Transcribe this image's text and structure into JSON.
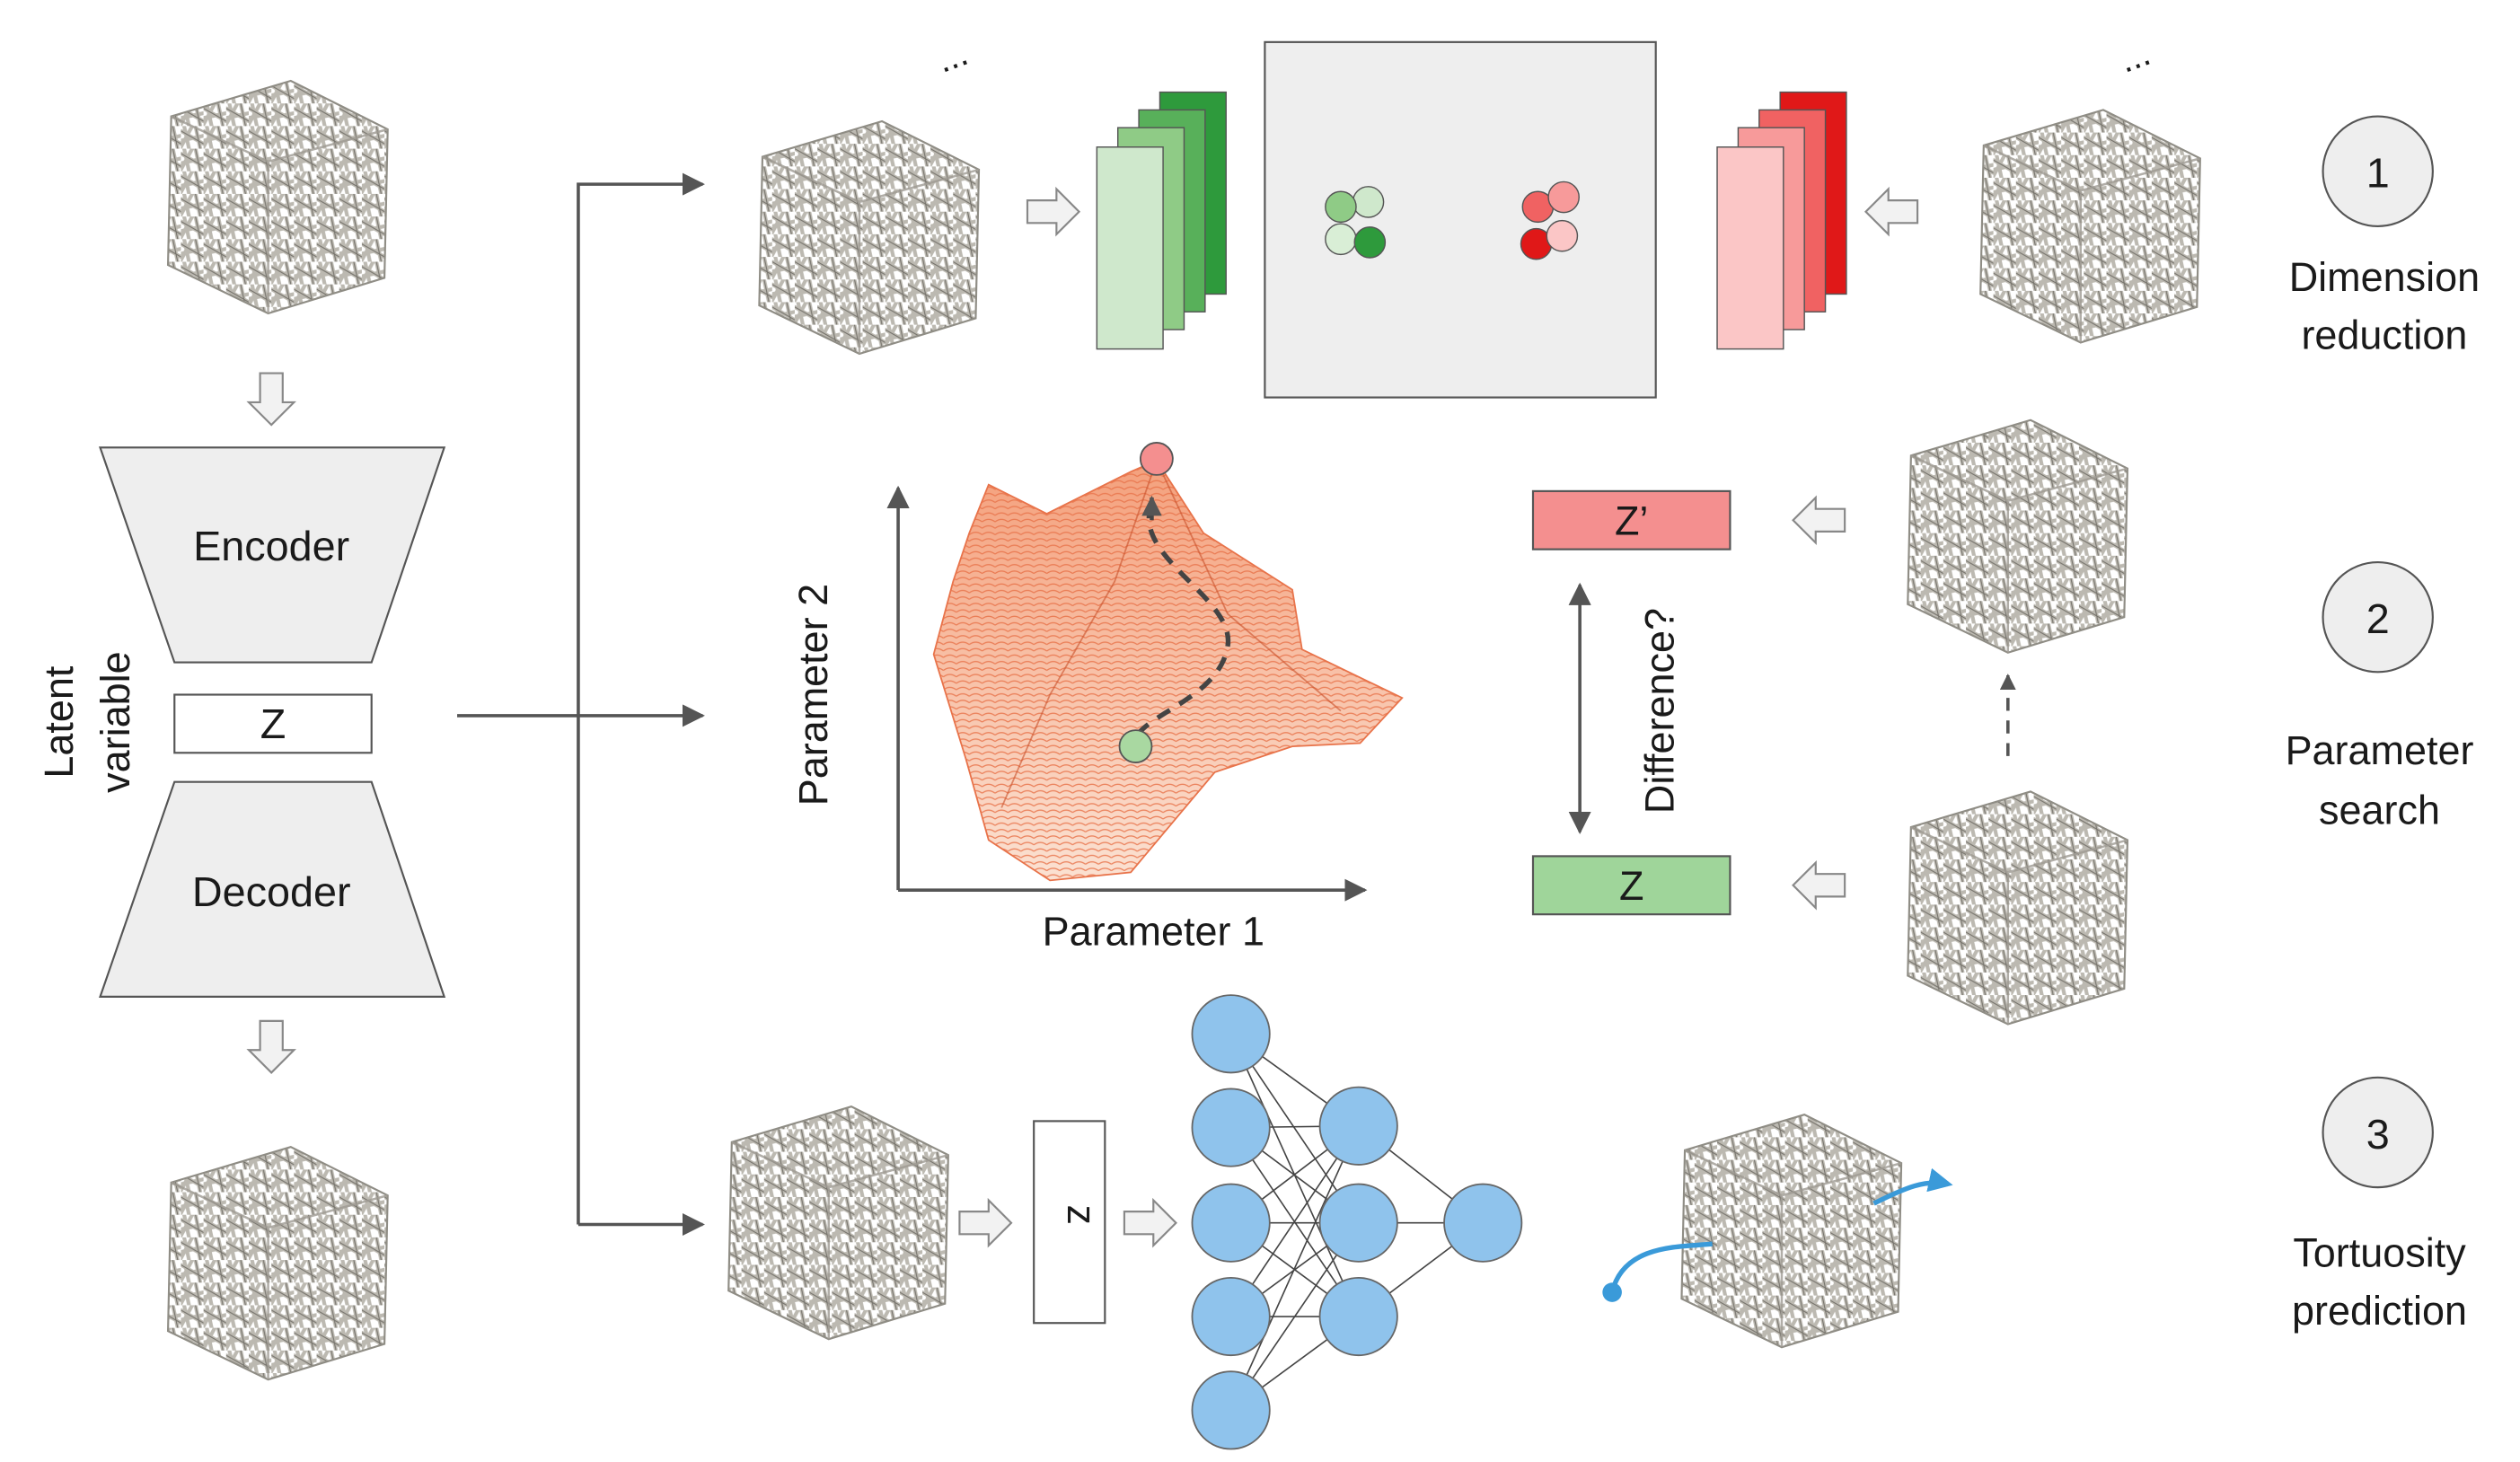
{
  "autoencoder": {
    "encoder_label": "Encoder",
    "latent_label": "Z",
    "decoder_label": "Decoder",
    "side_label_line1": "Latent",
    "side_label_line2": "variable"
  },
  "tasks": [
    {
      "number": "1",
      "title_line1": "Dimension",
      "title_line2": "reduction"
    },
    {
      "number": "2",
      "title_line1": "Parameter",
      "title_line2": "search"
    },
    {
      "number": "3",
      "title_line1": "Tortuosity",
      "title_line2": "prediction"
    }
  ],
  "dimension_reduction": {
    "ellipsis_left": "...",
    "ellipsis_right": "...",
    "green_stack_colors": [
      "#cfe8cc",
      "#8fcb86",
      "#58b05a",
      "#2e9a3c"
    ],
    "red_stack_colors": [
      "#fbc6c6",
      "#f79a9a",
      "#f06262",
      "#e01818"
    ]
  },
  "parameter_search": {
    "y_axis_label": "Parameter 2",
    "x_axis_label": "Parameter 1",
    "z_prime_label": "Z’",
    "z_label": "Z",
    "difference_label": "Difference?",
    "surface_color": "#e8734a"
  },
  "tortuosity": {
    "z_box_label": "z",
    "node_color": "#8fc3ec",
    "path_color": "#3a9ad9"
  },
  "colors": {
    "green_light": "#a9d8a1",
    "green_dark": "#2e9a3c",
    "red_light": "#f2a0a0",
    "red_dark": "#e01818",
    "z_prime_fill": "#f48f8f",
    "z_fill": "#9fd59a",
    "arrow": "#555555",
    "panel_bg": "#eeeeee"
  }
}
